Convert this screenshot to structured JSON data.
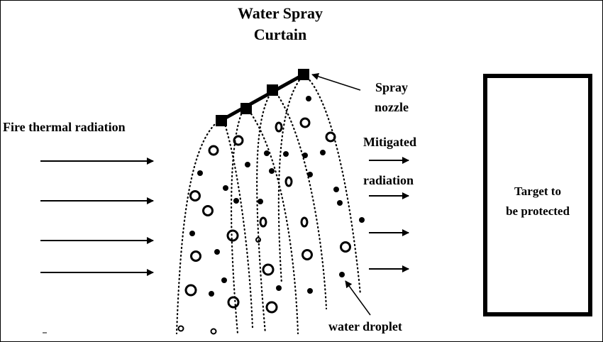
{
  "diagram": {
    "title": {
      "line1": "Water Spray",
      "line2": "Curtain"
    },
    "labels": {
      "fire": "Fire thermal  radiation",
      "nozzle_line1": "Spray",
      "nozzle_line2": "nozzle",
      "mitigated_line1": "Mitigated",
      "mitigated_line2": "radiation",
      "target_line1": "Target to",
      "target_line2": "be protected",
      "droplet": "water droplet"
    },
    "counts": {
      "spray_nozzles": 4,
      "fire_radiation_arrows": 4,
      "mitigated_radiation_arrows": 4
    }
  }
}
